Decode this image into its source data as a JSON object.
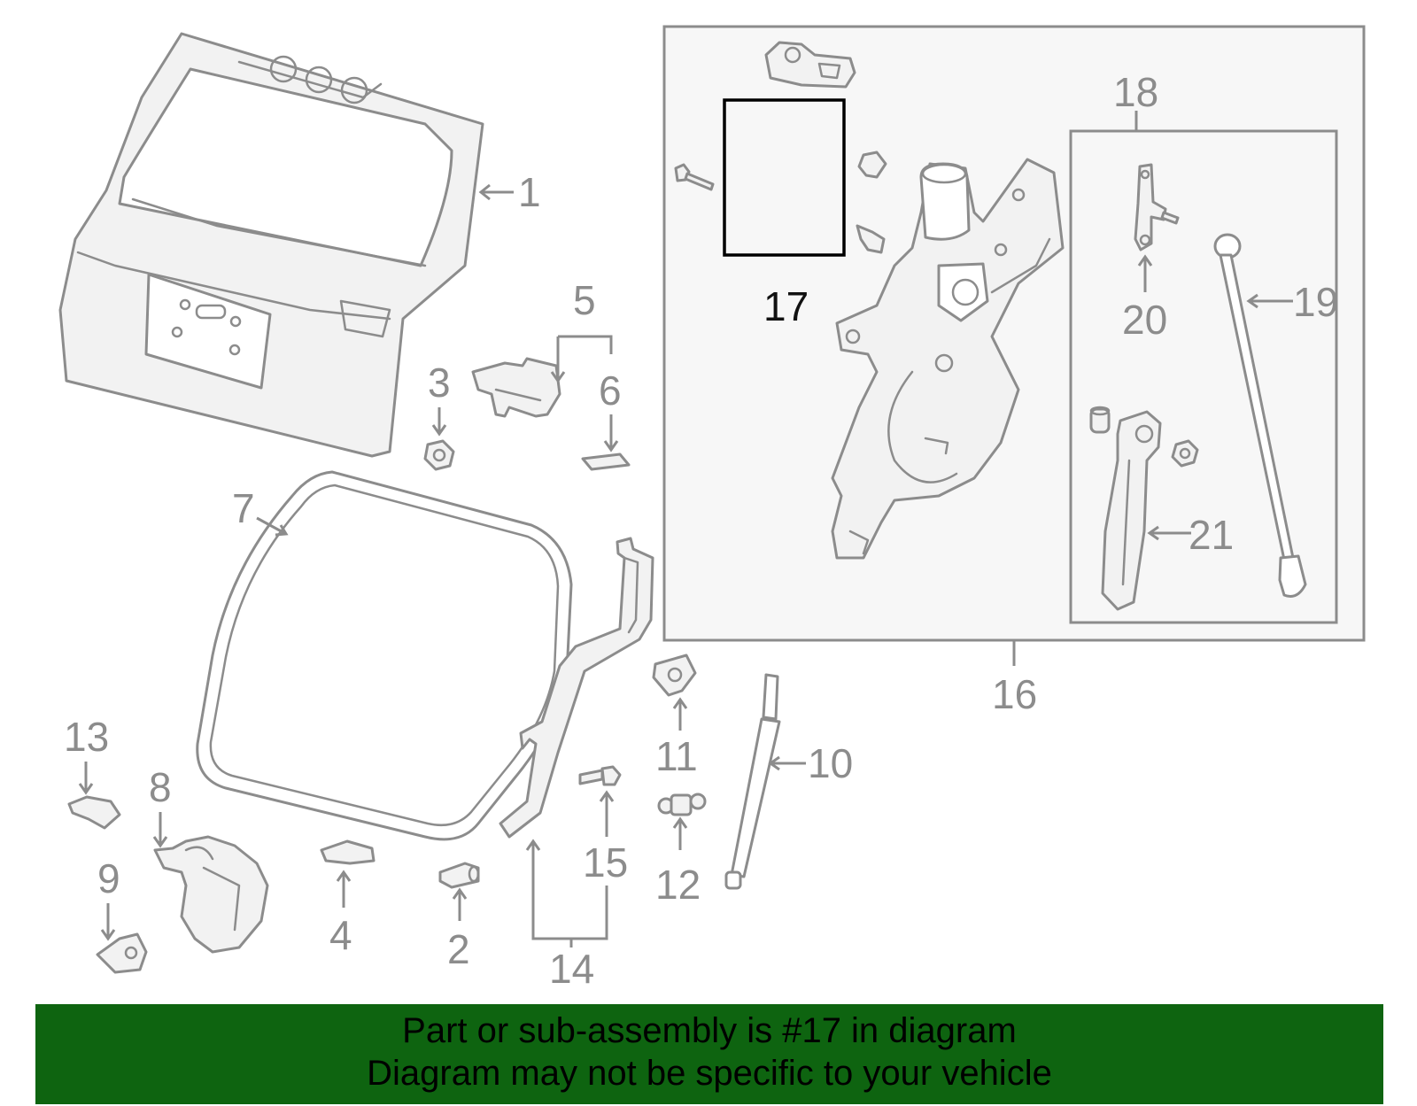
{
  "callouts": {
    "c1": "1",
    "c2": "2",
    "c3": "3",
    "c4": "4",
    "c5": "5",
    "c6": "6",
    "c7": "7",
    "c8": "8",
    "c9": "9",
    "c10": "10",
    "c11": "11",
    "c12": "12",
    "c13": "13",
    "c14": "14",
    "c15": "15",
    "c16": "16",
    "c17": "17",
    "c18": "18",
    "c19": "19",
    "c20": "20",
    "c21": "21"
  },
  "footer": {
    "line1": "Part or sub-assembly is #17 in diagram",
    "line2": "Diagram may not be specific to your vehicle"
  },
  "colors": {
    "banner": "#0e6410",
    "line_art": "#8c8c8c",
    "highlight": "#000000"
  }
}
